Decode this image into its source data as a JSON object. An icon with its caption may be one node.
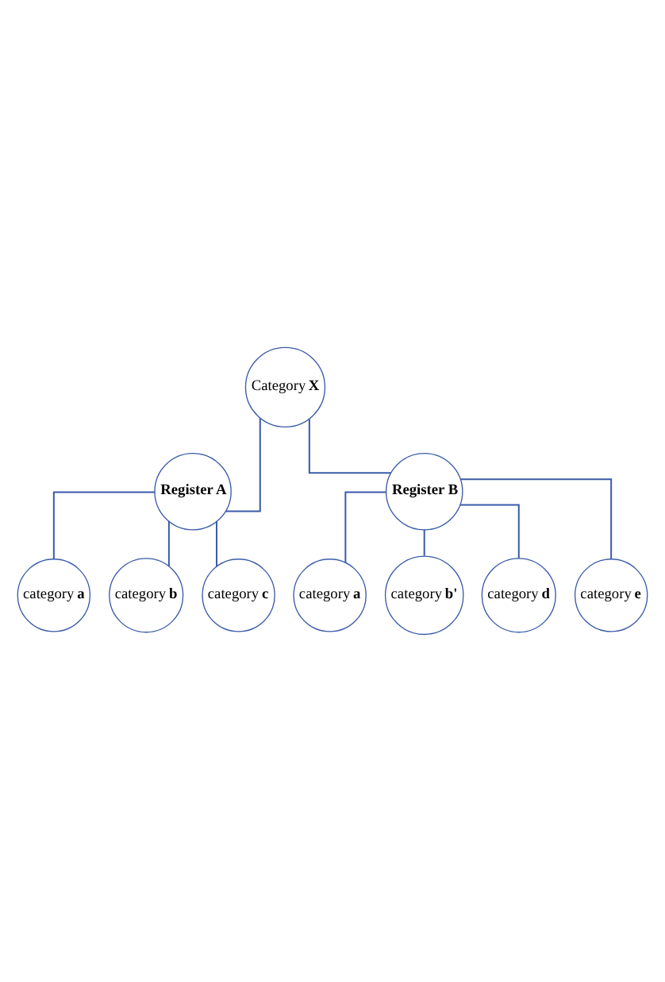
{
  "diagram": {
    "nodes": [
      {
        "text": [
          "Category **X**"
        ]
      },
      {
        "text": [
          "Register A"
        ]
      },
      {
        "text": [
          "Register B"
        ]
      },
      {
        "text": [
          "category **a**"
        ]
      },
      {
        "text": [
          "category **b**"
        ]
      },
      {
        "text": [
          "category **c**"
        ]
      },
      {
        "text": [
          "category **a**"
        ]
      },
      {
        "text": [
          "category **b'**"
        ]
      },
      {
        "text": [
          "category **d**"
        ]
      },
      {
        "text": [
          "category **e**"
        ]
      }
    ],
    "edges": [
      {
        "from": 0,
        "to": 1,
        "arrow": "none"
      },
      {
        "from": 0,
        "to": 2,
        "arrow": "none"
      },
      {
        "from": 1,
        "to": 3,
        "arrow": "none"
      },
      {
        "from": 1,
        "to": 4,
        "arrow": "none"
      },
      {
        "from": 1,
        "to": 5,
        "arrow": "none"
      },
      {
        "from": 2,
        "to": 6,
        "arrow": "none"
      },
      {
        "from": 2,
        "to": 7,
        "arrow": "none"
      },
      {
        "from": 2,
        "to": 8,
        "arrow": "none"
      },
      {
        "from": 2,
        "to": 9,
        "arrow": "none"
      }
    ]
  }
}
